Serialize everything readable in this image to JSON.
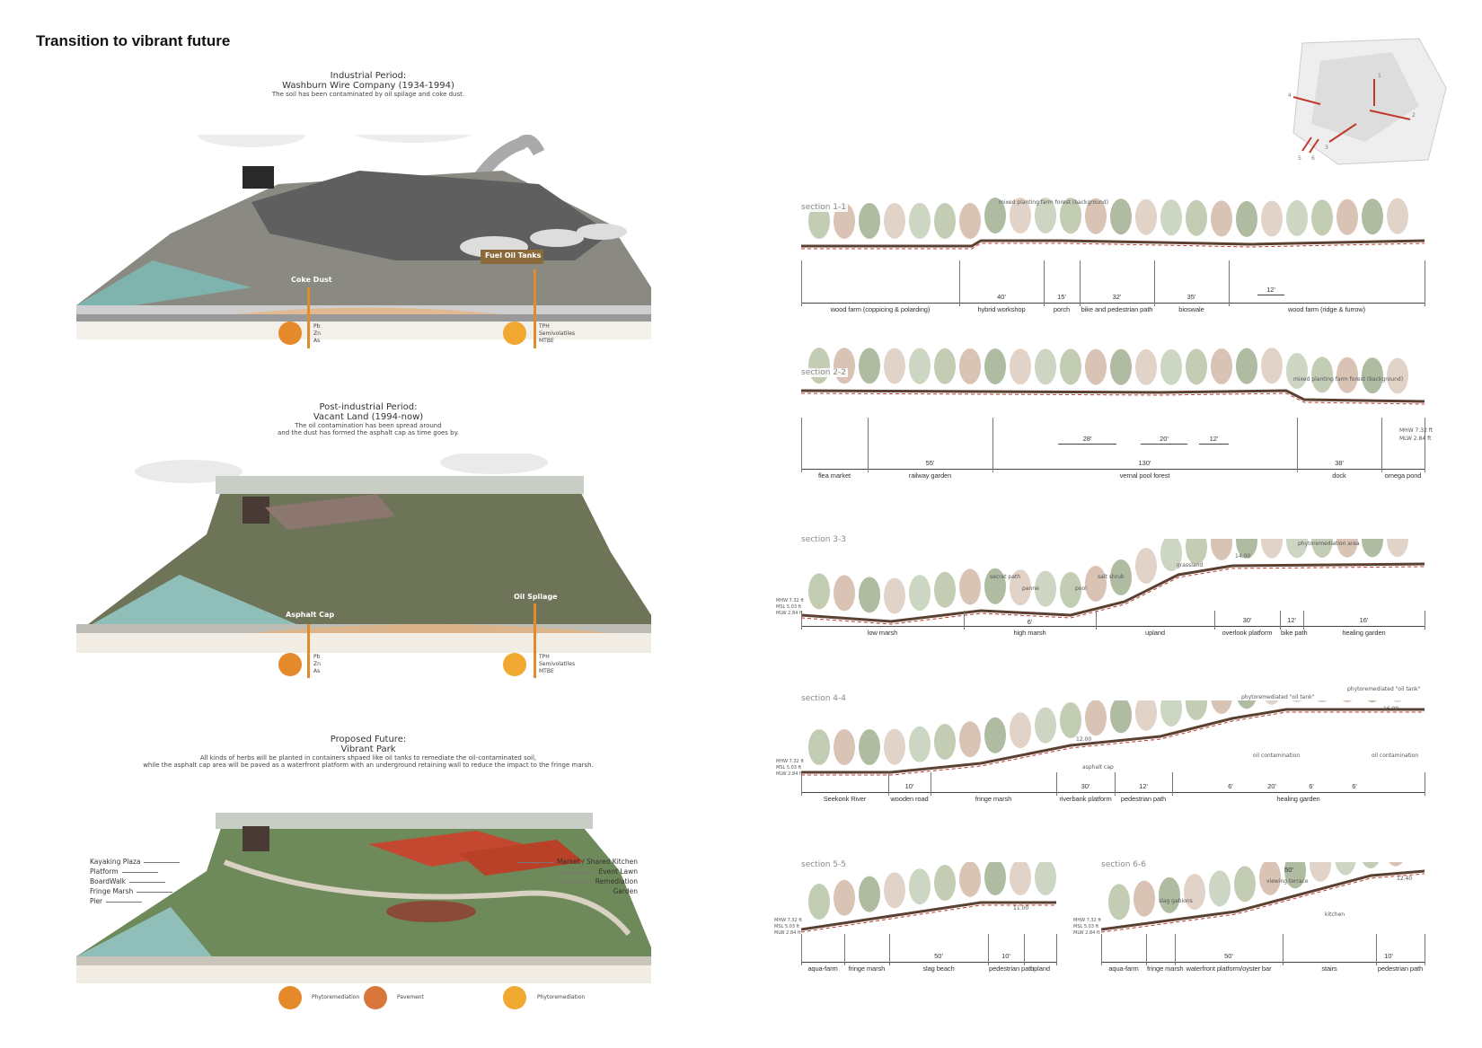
{
  "title": "Transition to vibrant future",
  "periods": [
    {
      "heading": "Industrial Period:",
      "name": "Washburn Wire Company (1934-1994)",
      "desc": [
        "The soil has been contaminated by oil spilage and coke dust."
      ],
      "labels": [
        "Coke Dust",
        "Fuel Oil Tanks"
      ],
      "probe_left": [
        "Pb",
        "Zn",
        "As"
      ],
      "probe_right": [
        "TPH",
        "Semivolatiles",
        "MTBE"
      ]
    },
    {
      "heading": "Post-industrial Period:",
      "name": "Vacant Land (1994-now)",
      "desc": [
        "The oil contamination has been spread around",
        "and the dust has formed the asphalt cap as time goes by."
      ],
      "labels": [
        "Asphalt Cap",
        "Oil Spilage"
      ],
      "probe_left": [
        "Pb",
        "Zn",
        "As"
      ],
      "probe_right": [
        "TPH",
        "Semivolatiles",
        "MTBE"
      ]
    },
    {
      "heading": "Proposed Future:",
      "name": "Vibrant Park",
      "desc": [
        "All kinds of herbs will be planted in containers shpaed like oil tanks to remediate the oil-contaminated soil,",
        "while the asphalt cap area will be paved as a waterfront platform with an underground retaining wall to reduce the impact to the fringe marsh."
      ],
      "callouts_left": [
        "Kayaking Plaza",
        "Platform",
        "BoardWalk",
        "Fringe Marsh",
        "Pier"
      ],
      "callouts_right": [
        "Market / Shared Kitchen",
        "Event Lawn",
        "Remediation",
        "Garden"
      ],
      "strategies": [
        "Phytoremediation",
        "Pavement",
        "Phytoremediation"
      ]
    }
  ],
  "tide": {
    "mhw": "MHW 7.32 ft",
    "msl": "MSL 5.03 ft",
    "mlw": "MLW 2.84 ft"
  },
  "sections": {
    "s1": {
      "title": "section 1-1",
      "notes": [
        "mixed planting farm forest (background)"
      ],
      "segments": [
        "wood farm (coppicing & polarding)",
        "hybrid workshop",
        "porch",
        "bike and pedestrian path",
        "bioswale",
        "wood farm (ridge & furrow)"
      ],
      "dims": [
        "40'",
        "15'",
        "32'",
        "35'",
        "12'"
      ]
    },
    "s2": {
      "title": "section 2-2",
      "notes": [
        "mixed planting farm forest (background)",
        "MHW 7.32 ft",
        "MLW 2.84 ft"
      ],
      "segments": [
        "flea market",
        "railway garden",
        "vernal pool forest",
        "dock",
        "omega pond"
      ],
      "dims": [
        "55'",
        "130'",
        "38'",
        "28'",
        "20'",
        "12'"
      ]
    },
    "s3": {
      "title": "section 3-3",
      "notes": [
        "secret path",
        "panne",
        "pool",
        "salt shrub",
        "grassland",
        "phytoremediation area",
        "14.00"
      ],
      "segments": [
        "low marsh",
        "high marsh",
        "upland",
        "overlook platform",
        "bike path",
        "healing garden"
      ],
      "dims": [
        "6'",
        "30'",
        "12'",
        "16'"
      ]
    },
    "s4": {
      "title": "section 4-4",
      "notes": [
        "12.00",
        "asphalt cap",
        "phytoremediated \"oil tank\"",
        "phytoremediated \"oil tank\"",
        "oil contamination",
        "oil contamination",
        "16.00"
      ],
      "segments": [
        "Seekonk River",
        "wooden road",
        "fringe marsh",
        "riverbank platform",
        "pedestrian path",
        "healing garden"
      ],
      "dims": [
        "10'",
        "30'",
        "12'",
        "6'",
        "20'",
        "6'",
        "6'"
      ]
    },
    "s5": {
      "title": "section 5-5",
      "notes": [
        "11.00"
      ],
      "segments": [
        "aqua-farm",
        "fringe marsh",
        "slag beach",
        "pedestrian path",
        "upland"
      ],
      "dims": [
        "50'",
        "10'"
      ]
    },
    "s6": {
      "title": "section 6-6",
      "notes": [
        "slag gabions",
        "viewing terrace",
        "kitchen",
        "12.40"
      ],
      "segments": [
        "aqua-farm",
        "fringe marsh",
        "waterfront platform/oyster bar",
        "stairs",
        "pedestrian path"
      ],
      "dims": [
        "50'",
        "50'",
        "10'"
      ]
    }
  },
  "keymap": {
    "markers": [
      "1",
      "2",
      "3",
      "4",
      "5",
      "6"
    ]
  },
  "colors": {
    "accent": "#e58a2a",
    "water": "#8fbfb8",
    "grass": "#6f8a5a",
    "red_line": "#c0392b"
  }
}
